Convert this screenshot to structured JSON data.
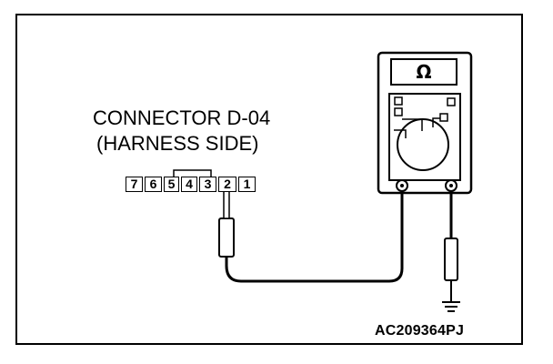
{
  "connector": {
    "title": "CONNECTOR D-04",
    "subtitle": "(HARNESS SIDE)",
    "pins": [
      "7",
      "6",
      "5",
      "4",
      "3",
      "2",
      "1"
    ]
  },
  "meter": {
    "unit_symbol": "Ω"
  },
  "figure_code": "AC209364PJ",
  "colors": {
    "ink": "#000000",
    "background": "#ffffff"
  }
}
